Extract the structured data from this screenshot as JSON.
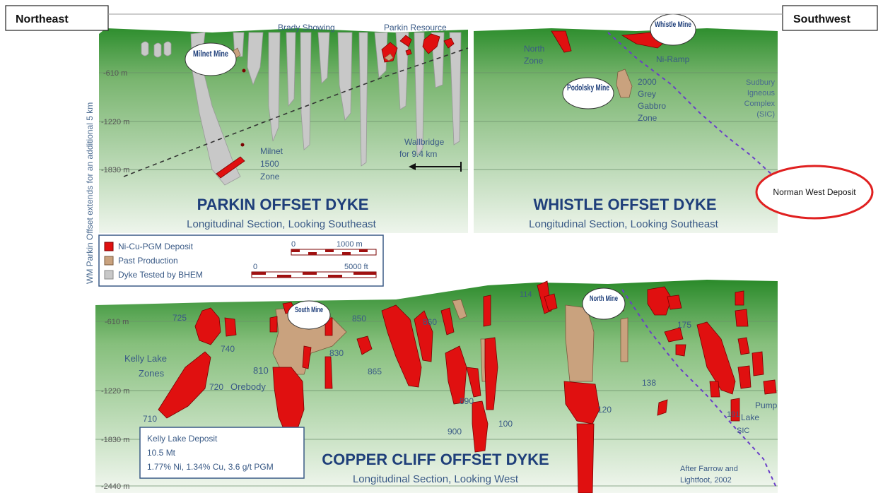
{
  "corner_labels": {
    "left": "Northeast",
    "right": "Southwest"
  },
  "side_note": "WM Parkin Offset extends for an additional 5 km",
  "colors": {
    "deposit": "#e01010",
    "past_production": "#c9a27e",
    "dyke_tested": "#c8c8c8",
    "green_dark": "#2f8f2f",
    "green_light": "#e8f2e6",
    "title": "#1f3f7a",
    "label": "#3a5a86",
    "sic_line": "#6a3fc8",
    "highlight": "#e02020"
  },
  "parkin": {
    "title": "PARKIN OFFSET DYKE",
    "subtitle": "Longitudinal Section, Looking Southeast",
    "top_labels": [
      "Brady Showing",
      "Parkin Resource"
    ],
    "mine": "Milnet Mine",
    "zone": [
      "Milnet",
      "1500",
      "Zone"
    ],
    "wallbridge": [
      "Wallbridge",
      "for 9.4 km"
    ],
    "depths": [
      "-610 m",
      "-1220 m",
      "-1830 m"
    ]
  },
  "whistle": {
    "title": "WHISTLE OFFSET DYKE",
    "subtitle": "Longitudinal Section, Looking Southeast",
    "mines": [
      "Whistle Mine",
      "Podolsky Mine"
    ],
    "north_zone": [
      "North",
      "Zone"
    ],
    "ni_ramp": "Ni-Ramp",
    "gabbro": [
      "2000",
      "Grey",
      "Gabbro",
      "Zone"
    ],
    "sic": [
      "Sudbury",
      "Igneous",
      "Complex",
      "(SIC)"
    ]
  },
  "norman_west": "Norman West Deposit",
  "legend": {
    "items": [
      "Ni-Cu-PGM Deposit",
      "Past Production",
      "Dyke Tested by BHEM"
    ],
    "scale_m": [
      "0",
      "1000 m"
    ],
    "scale_ft": [
      "0",
      "5000 ft"
    ]
  },
  "copper_cliff": {
    "title": "COPPER CLIFF OFFSET DYKE",
    "subtitle": "Longitudinal Section, Looking West",
    "depths": [
      "-610 m",
      "-1220 m",
      "-1830 m",
      "-2440 m"
    ],
    "mines": [
      "South Mine",
      "North Mine"
    ],
    "kelly_zones": [
      "Kelly Lake",
      "Zones"
    ],
    "orebody": "Orebody",
    "numbers": [
      "725",
      "740",
      "810",
      "720",
      "710",
      "850",
      "830",
      "860",
      "865",
      "890",
      "900",
      "100",
      "114",
      "120",
      "138",
      "175",
      "191"
    ],
    "pump_lake": [
      "Pump",
      "Lake"
    ],
    "sic": "SIC",
    "kelly_box": [
      "Kelly Lake Deposit",
      "10.5 Mt",
      "1.77% Ni, 1.34% Cu, 3.6 g/t PGM"
    ],
    "credit": [
      "After Farrow and",
      "Lightfoot, 2002"
    ]
  }
}
